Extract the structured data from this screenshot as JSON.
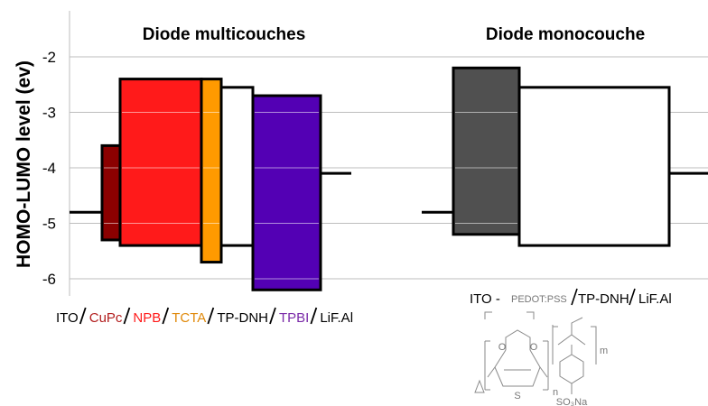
{
  "chart_data": [
    {
      "type": "bar",
      "title": "Diode multicouches",
      "ylabel": "HOMO-LUMO level (ev)",
      "ylim": [
        -6.3,
        -1.3
      ],
      "yticks": [
        "-2",
        "-3",
        "-4",
        "-5",
        "-6"
      ],
      "grid": true,
      "series": [
        {
          "name": "ITO",
          "kind": "level",
          "value": -4.8,
          "color": "#000000"
        },
        {
          "name": "CuPc",
          "homo": -5.3,
          "lumo": -3.6,
          "color": "#8b0000"
        },
        {
          "name": "NPB",
          "homo": -5.4,
          "lumo": -2.4,
          "color": "#ff1a1a"
        },
        {
          "name": "TCTA",
          "homo": -5.7,
          "lumo": -2.4,
          "color": "#ff9a00"
        },
        {
          "name": "TP-DNH",
          "homo": -5.4,
          "lumo": -2.55,
          "color": "#ffffff"
        },
        {
          "name": "TPBI",
          "homo": -6.2,
          "lumo": -2.7,
          "color": "#5300b4"
        },
        {
          "name": "LiF.Al",
          "kind": "level",
          "value": -4.1,
          "color": "#000000"
        }
      ]
    },
    {
      "type": "bar",
      "title": "Diode monocouche",
      "ylim": [
        -6.3,
        -1.3
      ],
      "grid": true,
      "series": [
        {
          "name": "ITO",
          "kind": "level",
          "value": -4.8,
          "color": "#000000"
        },
        {
          "name": "PEDOT:PSS",
          "homo": -5.2,
          "lumo": -2.2,
          "color": "#505050"
        },
        {
          "name": "TP-DNH",
          "homo": -5.4,
          "lumo": -2.55,
          "color": "#ffffff"
        },
        {
          "name": "LiF.Al",
          "kind": "level",
          "value": -4.1,
          "color": "#000000"
        }
      ]
    }
  ],
  "stack_labels": {
    "left": [
      {
        "text": "ITO",
        "color": "#000000",
        "sep": true
      },
      {
        "text": "CuPc",
        "color": "#b21e1e",
        "sep": true
      },
      {
        "text": "NPB",
        "color": "#ff1a1a",
        "sep": true
      },
      {
        "text": "TCTA",
        "color": "#e0890a",
        "sep": true
      },
      {
        "text": "TP-DNH",
        "color": "#000000",
        "sep": true
      },
      {
        "text": "TPBI",
        "color": "#7a2aa8",
        "sep": true
      },
      {
        "text": "LiF.Al",
        "color": "#000000",
        "sep": false
      }
    ],
    "right": {
      "ito": "ITO -",
      "pedot": "PEDOT:PSS",
      "tpdnh": "TP-DNH",
      "lif": "LiF.Al"
    }
  },
  "structure_labels": {
    "o1": "O",
    "o2": "O",
    "s": "S",
    "n": "n",
    "m": "m",
    "so3na": "SO₃Na"
  }
}
